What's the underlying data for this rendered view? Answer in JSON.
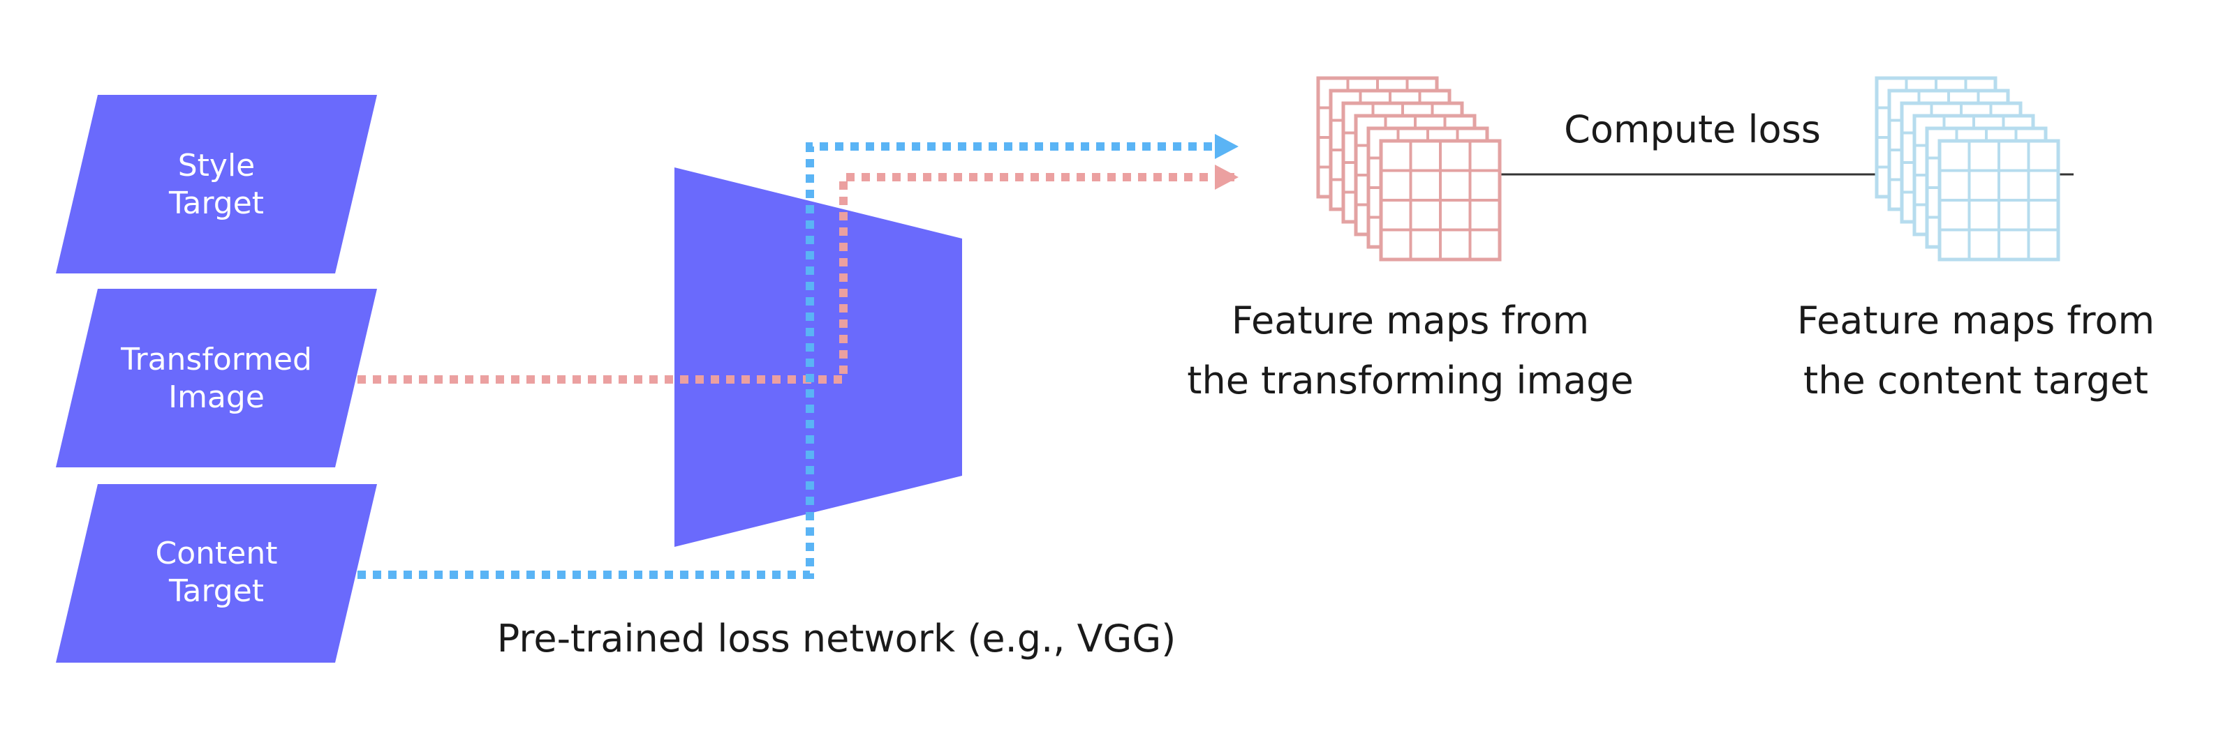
{
  "inputs": {
    "style_target": [
      "Style",
      "Target"
    ],
    "transformed_image": [
      "Transformed",
      "Image"
    ],
    "content_target": [
      "Content",
      "Target"
    ]
  },
  "network_label": "Pre-trained loss network (e.g., VGG)",
  "compute_loss_label": "Compute loss",
  "feature_maps_transforming": [
    "Feature maps from",
    "the transforming image"
  ],
  "feature_maps_content": [
    "Feature maps from",
    "the content target"
  ],
  "colors": {
    "input_fill": "#6a6afc",
    "network_fill": "#6a6afc",
    "transformed_path": "#eba0a0",
    "content_path": "#5ab4f5",
    "grid_red": "#e3a2a2",
    "grid_blue": "#b6dcee",
    "connector_line": "#333333"
  }
}
